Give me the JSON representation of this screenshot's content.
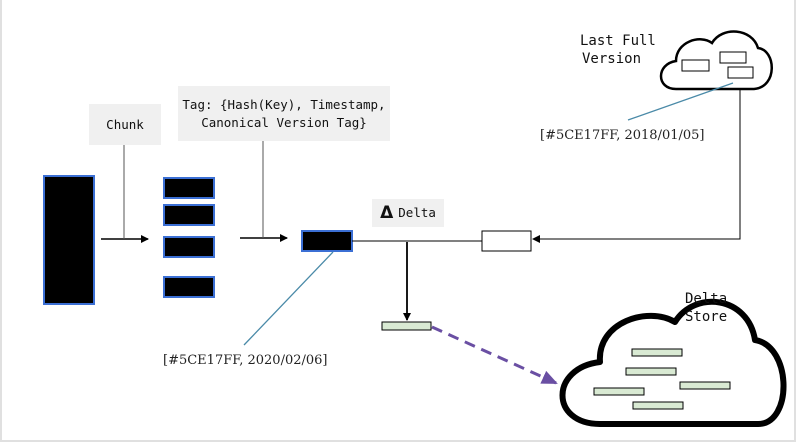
{
  "labels": {
    "chunk": "Chunk",
    "tag_line1": "Tag: {Hash(Key), Timestamp,",
    "tag_line2": "Canonical Version Tag}",
    "delta_symbol": "Δ",
    "delta_word": "Delta",
    "last_full_line1": "Last Full",
    "last_full_line2": "Version",
    "delta_store_line1": "Delta",
    "delta_store_line2": "Store",
    "tag_old": "[#5CE17FF, 2018/01/05]",
    "tag_new": "[#5CE17FF, 2020/02/06]"
  },
  "colors": {
    "block_fill": "#000000",
    "block_border": "#3b6fd4",
    "leader_line": "#4a8aa8",
    "delta_fill": "#d9ead3",
    "dashed_arrow": "#6a4fa3",
    "label_bg": "#f0f0f0"
  }
}
